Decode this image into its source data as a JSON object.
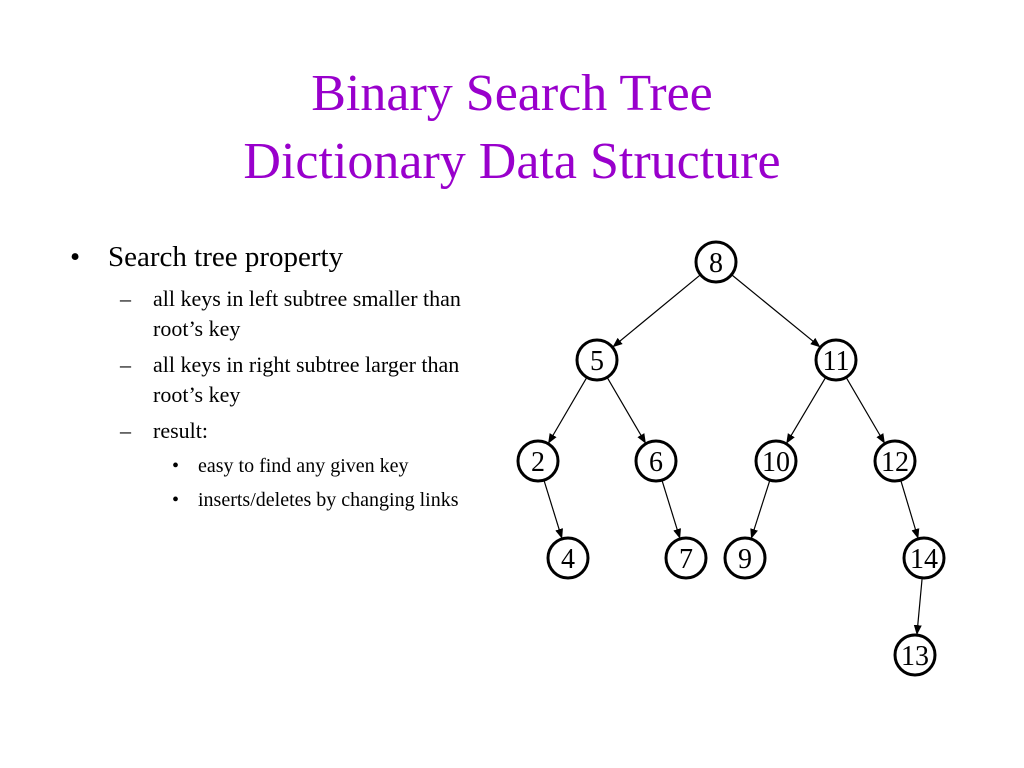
{
  "title": {
    "line1": "Binary Search Tree",
    "line2": "Dictionary Data Structure"
  },
  "bullets": {
    "b1": "Search tree property",
    "b1a": "all keys in left subtree smaller than root’s key",
    "b1b": "all keys in right subtree larger than root’s key",
    "b1c": "result:",
    "b1c1": "easy to find any given key",
    "b1c2": "inserts/deletes by changing links"
  },
  "colors": {
    "title": "#9900cc",
    "text": "#000000"
  },
  "tree": {
    "nodes": [
      {
        "id": "n8",
        "label": "8",
        "parent": null
      },
      {
        "id": "n5",
        "label": "5",
        "parent": "n8"
      },
      {
        "id": "n11",
        "label": "11",
        "parent": "n8"
      },
      {
        "id": "n2",
        "label": "2",
        "parent": "n5"
      },
      {
        "id": "n6",
        "label": "6",
        "parent": "n5"
      },
      {
        "id": "n10",
        "label": "10",
        "parent": "n11"
      },
      {
        "id": "n12",
        "label": "12",
        "parent": "n11"
      },
      {
        "id": "n4",
        "label": "4",
        "parent": "n2"
      },
      {
        "id": "n7",
        "label": "7",
        "parent": "n6"
      },
      {
        "id": "n9",
        "label": "9",
        "parent": "n10"
      },
      {
        "id": "n14",
        "label": "14",
        "parent": "n12"
      },
      {
        "id": "n13",
        "label": "13",
        "parent": "n14"
      }
    ]
  }
}
